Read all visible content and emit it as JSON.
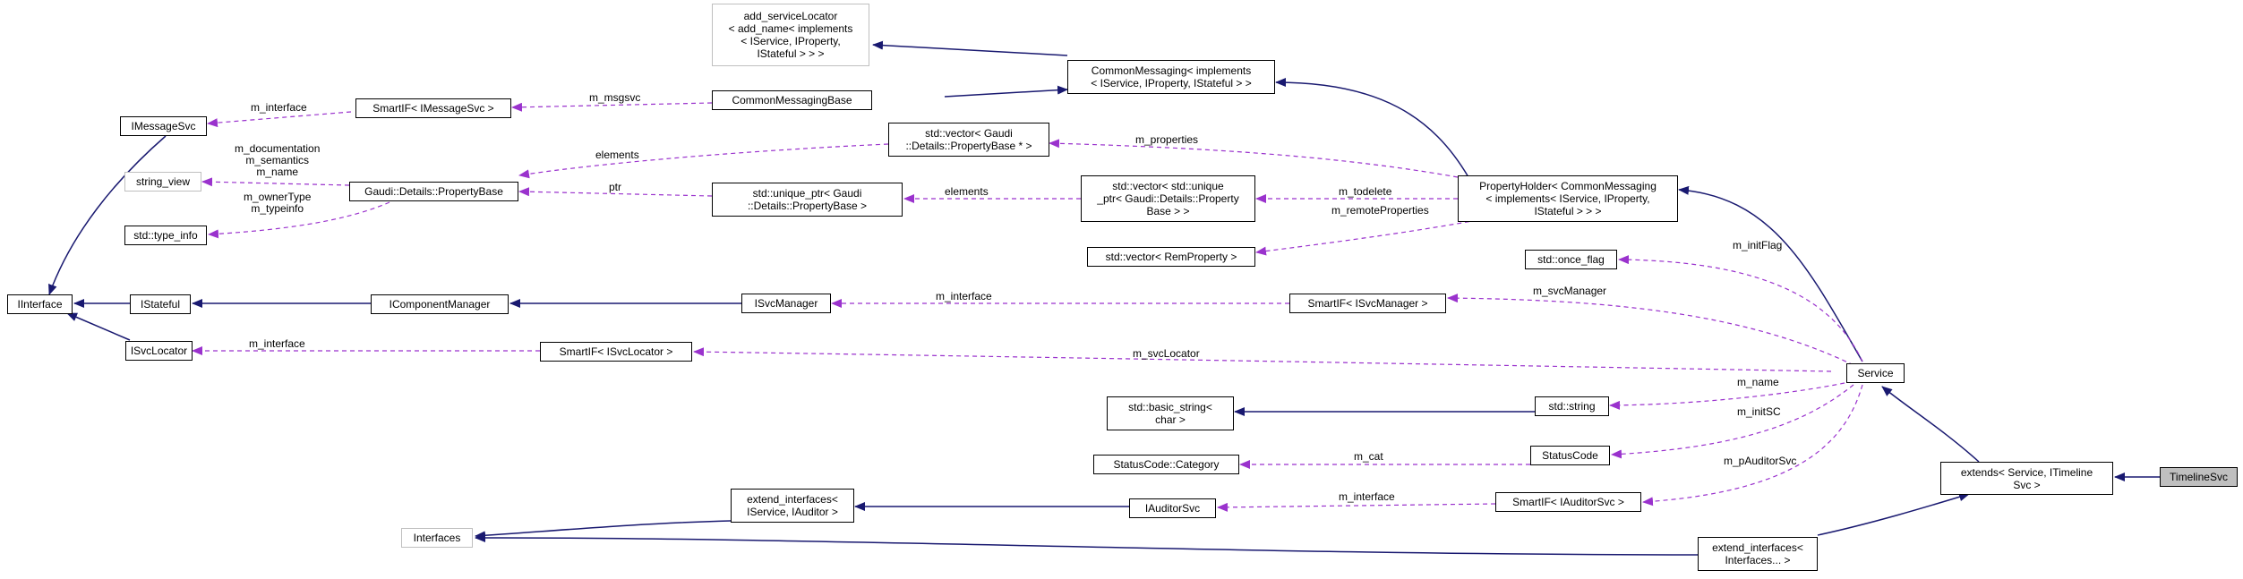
{
  "nodes": {
    "timelinesvc": "TimelineSvc",
    "extends": "extends< Service, ITimeline\nSvc >",
    "service": "Service",
    "extend_interfaces_ellipsis": "extend_interfaces<\nInterfaces... >",
    "interfaces": "Interfaces",
    "iinterface": "IInterface",
    "imessagesvc": "IMessageSvc",
    "istateful": "IStateful",
    "isvclocator": "ISvcLocator",
    "string_view": "string_view",
    "type_info": "std::type_info",
    "smartif_imessagesvc": "SmartIF< IMessageSvc >",
    "propertybase": "Gaudi::Details::PropertyBase",
    "icomponentmanager": "IComponentManager",
    "smartif_isvclocator": "SmartIF< ISvcLocator >",
    "add_servicelocator": "add_serviceLocator\n< add_name< implements\n< IService, IProperty,\nIStateful > > >",
    "commonmessagingbase": "CommonMessagingBase",
    "vector_propertybase_ptr": "std::vector< Gaudi\n::Details::PropertyBase * >",
    "unique_ptr_propertybase": "std::unique_ptr< Gaudi\n::Details::PropertyBase >",
    "isvcmanager": "ISvcManager",
    "extend_interfaces_iservice": "extend_interfaces<\nIService, IAuditor >",
    "commonmessaging": "CommonMessaging< implements\n< IService, IProperty, IStateful > >",
    "vector_unique_ptr": "std::vector< std::unique\n_ptr< Gaudi::Details::Property\nBase > >",
    "vector_remproperty": "std::vector< RemProperty >",
    "basic_string": "std::basic_string<\nchar >",
    "statuscode_category": "StatusCode::Category",
    "iauditorsvc": "IAuditorSvc",
    "propertyholder": "PropertyHolder< CommonMessaging\n< implements< IService, IProperty,\nIStateful > > >",
    "once_flag": "std::once_flag",
    "smartif_isvcmanager": "SmartIF< ISvcManager >",
    "std_string": "std::string",
    "statuscode": "StatusCode",
    "smartif_iauditorsvc": "SmartIF< IAuditorSvc >"
  },
  "edge_labels": {
    "m_interface_msg": "m_interface",
    "m_msgsvc": "m_msgsvc",
    "m_documentation": "m_documentation\nm_semantics\nm_name",
    "m_ownertype": "m_ownerType\nm_typeinfo",
    "elements_vector": "elements",
    "ptr": "ptr",
    "elements_unique": "elements",
    "m_properties": "m_properties",
    "m_todelete": "m_todelete",
    "m_remoteproperties": "m_remoteProperties",
    "m_initflag": "m_initFlag",
    "m_interface_svcmgr": "m_interface",
    "m_svcmanager": "m_svcManager",
    "m_interface_svcloc": "m_interface",
    "m_svclocator": "m_svcLocator",
    "m_name": "m_name",
    "m_initsc": "m_initSC",
    "m_cat": "m_cat",
    "m_pauditorsvc": "m_pAuditorSvc",
    "m_interface_auditor": "m_interface"
  },
  "colors": {
    "inheritance": "#191970",
    "usage": "#9a32cd",
    "focus_fill": "#bfbfbf",
    "gray_border": "#bfbfbf"
  }
}
